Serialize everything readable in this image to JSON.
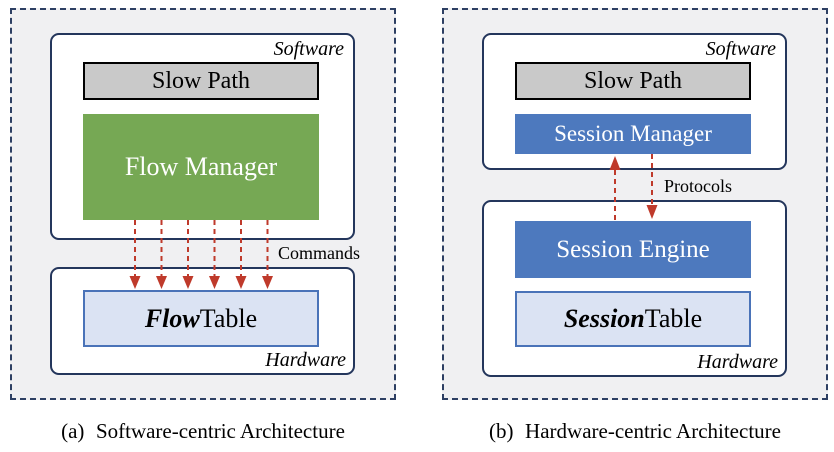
{
  "colors": {
    "panel_background": "#f0f0f2",
    "panel_dashed_border": "#2d3f63",
    "inner_box_border": "#24365c",
    "slow_path_fill": "#c9c9c9",
    "flow_manager_green": "#76a854",
    "session_blue": "#4d79be",
    "table_fill": "#dbe3f3",
    "table_border": "#4a73b8",
    "arrow_red": "#bf3a2b"
  },
  "panel_a": {
    "software_label": "Software",
    "hardware_label": "Hardware",
    "slow_path": "Slow Path",
    "flow_manager": "Flow Manager",
    "table_emph": "Flow",
    "table_rest": " Table",
    "arrow_label": "Commands",
    "caption_prefix": "(a)",
    "caption_title": "Software-centric Architecture"
  },
  "panel_b": {
    "software_label": "Software",
    "hardware_label": "Hardware",
    "slow_path": "Slow Path",
    "session_manager": "Session Manager",
    "session_engine": "Session Engine",
    "table_emph": "Session",
    "table_rest": " Table",
    "arrow_label": "Protocols",
    "caption_prefix": "(b)",
    "caption_title": "Hardware-centric Architecture"
  }
}
